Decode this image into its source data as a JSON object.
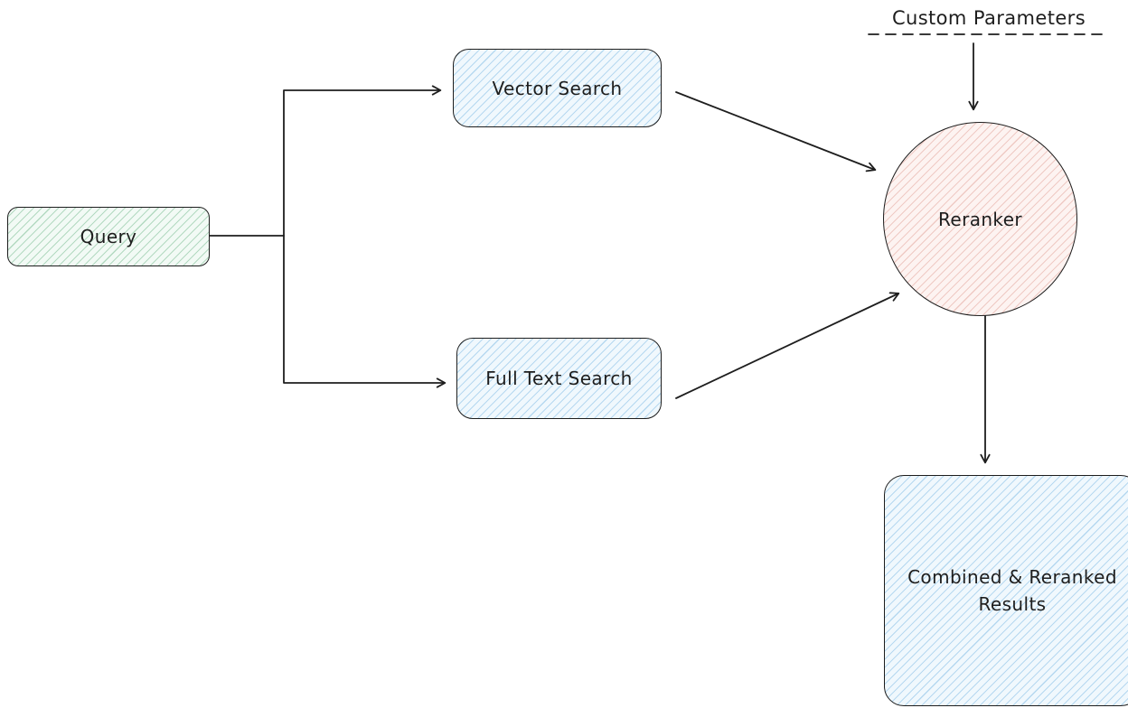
{
  "diagram": {
    "nodes": {
      "query": {
        "label": "Query"
      },
      "vector_search": {
        "label": "Vector Search"
      },
      "full_text_search": {
        "label": "Full Text Search"
      },
      "reranker": {
        "label": "Reranker"
      },
      "custom_parameters": {
        "label": "Custom Parameters"
      },
      "combined_results": {
        "label": "Combined & Reranked Results"
      }
    },
    "edges": [
      {
        "from": "Query",
        "to": "Vector Search"
      },
      {
        "from": "Query",
        "to": "Full Text Search"
      },
      {
        "from": "Vector Search",
        "to": "Reranker"
      },
      {
        "from": "Full Text Search",
        "to": "Reranker"
      },
      {
        "from": "Custom Parameters",
        "to": "Reranker"
      },
      {
        "from": "Reranker",
        "to": "Combined & Reranked Results"
      }
    ],
    "colors": {
      "stroke": "#1e1e1e",
      "query_fill": "#f2faf5",
      "query_hatch": "#55a87366",
      "search_fill": "#f0f8fd",
      "search_hatch": "#4a9ed859",
      "reranker_fill": "#fdf3f1",
      "reranker_hatch": "#d57d7059"
    }
  }
}
